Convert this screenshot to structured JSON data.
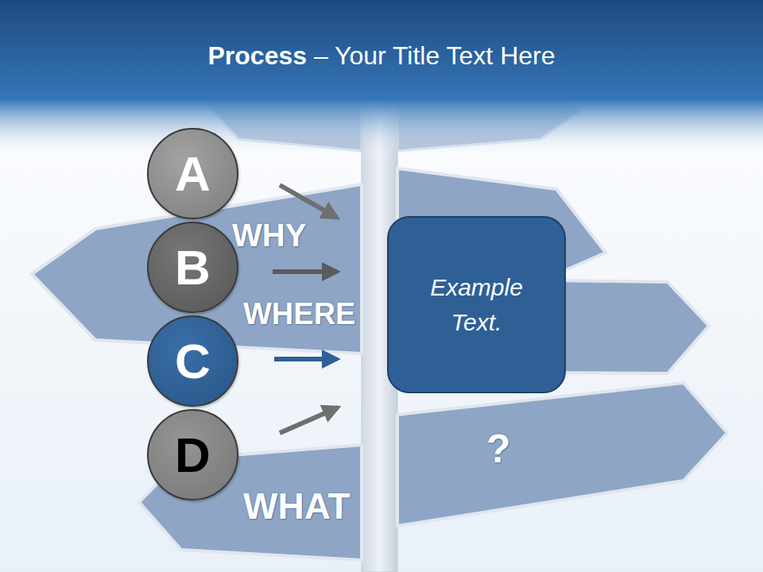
{
  "diagram": {
    "title": "Process – Your Title Text Here",
    "nodes": [
      {
        "text": [
          "A"
        ]
      },
      {
        "text": [
          "B"
        ]
      },
      {
        "text": [
          "C"
        ]
      },
      {
        "text": [
          "D"
        ]
      },
      {
        "text": [
          "Example Text."
        ]
      }
    ],
    "labels": [
      "WHY",
      "WHERE",
      "?",
      "WHAT"
    ]
  }
}
